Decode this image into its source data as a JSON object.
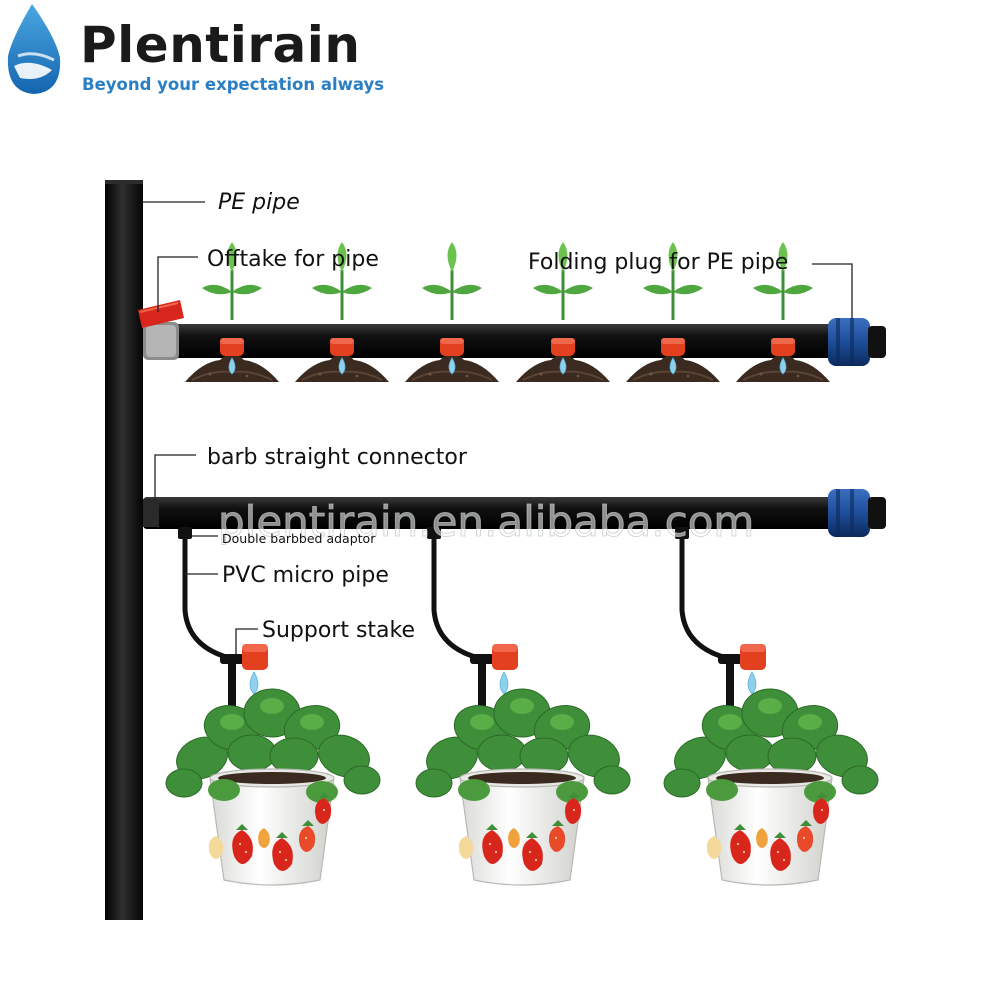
{
  "brand": {
    "name": "Plentirain",
    "tagline": "Beyond your expectation always"
  },
  "labels": {
    "pe_pipe": "PE pipe",
    "offtake": "Offtake for pipe",
    "folding_plug": "Folding plug for PE pipe",
    "barb_connector": "barb straight connector",
    "double_barbed": "Double barbbed adaptor",
    "pvc_micro_pipe": "PVC micro pipe",
    "support_stake": "Support stake"
  },
  "watermark": "plentirain.en.alibaba.com",
  "colors": {
    "pipe": "#111111",
    "emitter_red": "#e2401f",
    "plug_blue": "#1d4e9a",
    "brand_blue": "#2a7fc4",
    "water": "#8fd0ec",
    "leaf": "#3f8f3a",
    "soil": "#3a2a20",
    "pot": "#f2f2f0",
    "strawberry": "#d8261c"
  },
  "icons": {
    "logo": "water-drop-icon",
    "plug": "folding-plug-icon",
    "emitter": "dripper-icon",
    "plant": "seedling-icon",
    "pot": "hanging-pot-icon"
  }
}
